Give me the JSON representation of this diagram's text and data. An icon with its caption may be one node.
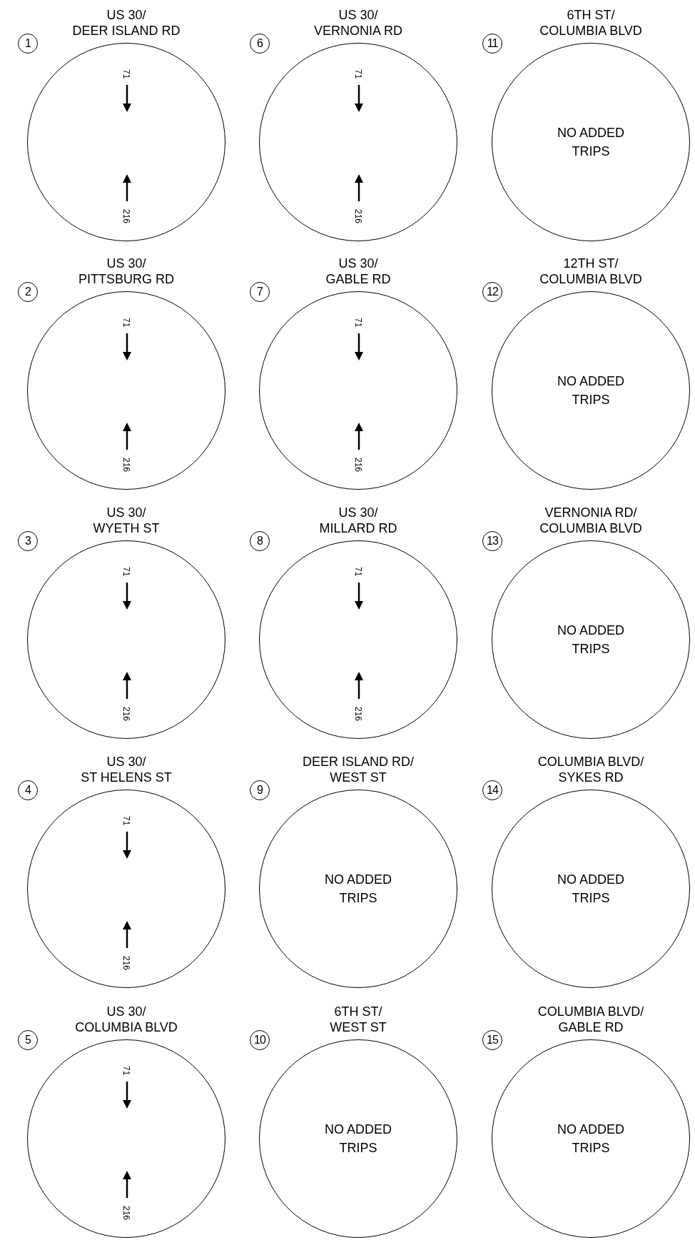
{
  "diagram": {
    "nodes": [
      {
        "text": [
          "US 30/ DEER ISLAND RD",
          "71",
          "216"
        ],
        "beside": [
          "1"
        ]
      },
      {
        "text": [
          "US 30/ PITTSBURG RD",
          "71",
          "216"
        ],
        "beside": [
          "2"
        ]
      },
      {
        "text": [
          "US 30/ WYETH ST",
          "71",
          "216"
        ],
        "beside": [
          "3"
        ]
      },
      {
        "text": [
          "US 30/ ST HELENS ST",
          "71",
          "216"
        ],
        "beside": [
          "4"
        ]
      },
      {
        "text": [
          "US 30/ COLUMBIA BLVD",
          "71",
          "216"
        ],
        "beside": [
          "5"
        ]
      },
      {
        "text": [
          "US 30/ VERNONIA RD",
          "71",
          "216"
        ],
        "beside": [
          "6"
        ]
      },
      {
        "text": [
          "US 30/ GABLE RD",
          "71",
          "216"
        ],
        "beside": [
          "7"
        ]
      },
      {
        "text": [
          "US 30/ MILLARD RD",
          "71",
          "216"
        ],
        "beside": [
          "8"
        ]
      },
      {
        "text": [
          "DEER ISLAND RD/ WEST ST",
          "NO ADDED TRIPS"
        ],
        "beside": [
          "9"
        ]
      },
      {
        "text": [
          "6TH ST/ WEST ST",
          "NO ADDED TRIPS"
        ],
        "beside": [
          "10"
        ]
      },
      {
        "text": [
          "6TH ST/ COLUMBIA BLVD",
          "NO ADDED TRIPS"
        ],
        "beside": [
          "11"
        ]
      },
      {
        "text": [
          "12TH ST/ COLUMBIA BLVD",
          "NO ADDED TRIPS"
        ],
        "beside": [
          "12"
        ]
      },
      {
        "text": [
          "VERNONIA RD/ COLUMBIA BLVD",
          "NO ADDED TRIPS"
        ],
        "beside": [
          "13"
        ]
      },
      {
        "text": [
          "COLUMBIA BLVD/ SYKES RD",
          "NO ADDED TRIPS"
        ],
        "beside": [
          "14"
        ]
      },
      {
        "text": [
          "COLUMBIA BLVD/ GABLE RD",
          "NO ADDED TRIPS"
        ],
        "beside": [
          "15"
        ]
      }
    ]
  }
}
